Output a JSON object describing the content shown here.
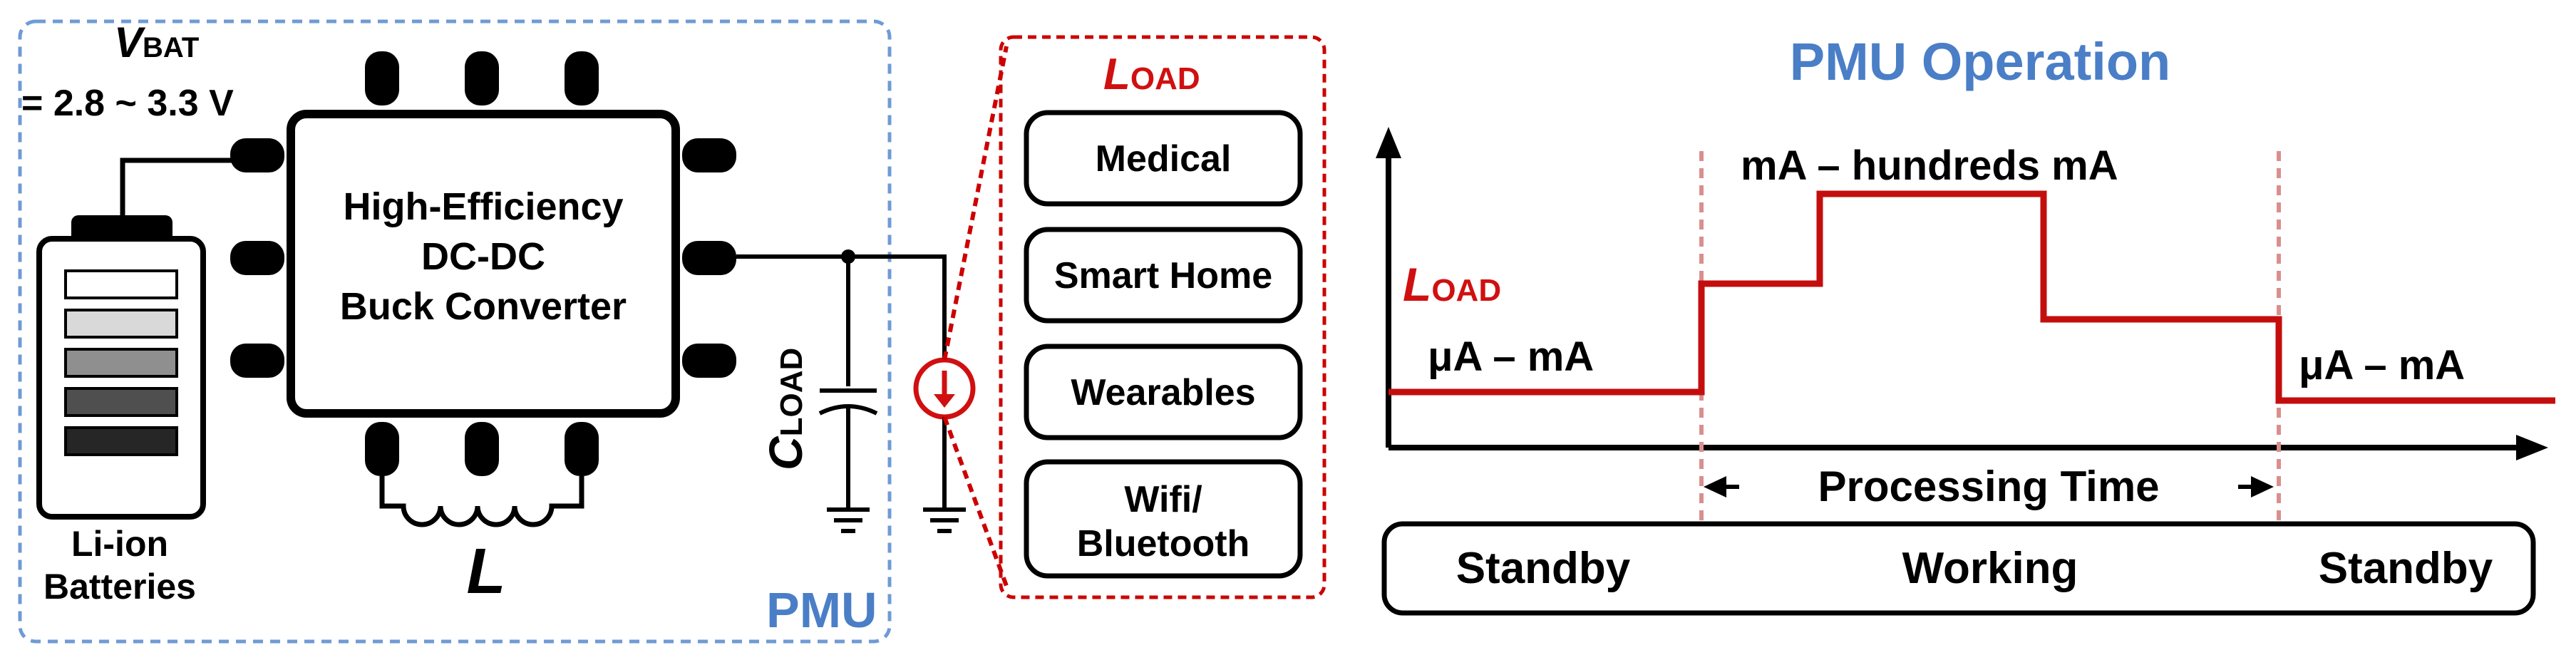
{
  "pmu_block": {
    "label": "PMU",
    "vbat_symbol": "V",
    "vbat_sub": "BAT",
    "vbat_range": "= 2.8 ~ 3.3 V",
    "converter_line1": "High-Efficiency",
    "converter_line2": "DC-DC",
    "converter_line3": "Buck Converter",
    "battery_line1": "Li-ion",
    "battery_line2": "Batteries",
    "inductor_label": "L",
    "cap_symbol": "C",
    "cap_sub": "LOAD"
  },
  "load_box": {
    "title_symbol": "L",
    "title_sub": "OAD",
    "items": [
      "Medical",
      "Smart Home",
      "Wearables",
      "Wifi/",
      "Bluetooth"
    ]
  },
  "operation": {
    "title": "PMU Operation",
    "load_symbol": "L",
    "load_sub": "OAD",
    "level_left": "μA – mA",
    "level_mid": "mA – hundreds mA",
    "level_right": "μA – mA",
    "processing_time": "Processing Time",
    "phases": [
      "Standby",
      "Working",
      "Standby"
    ]
  },
  "colors": {
    "blue_accent": "#4a7ec7",
    "red_accent": "#d01010",
    "dashed_divider": "#d8908c",
    "ink": "#000000"
  }
}
